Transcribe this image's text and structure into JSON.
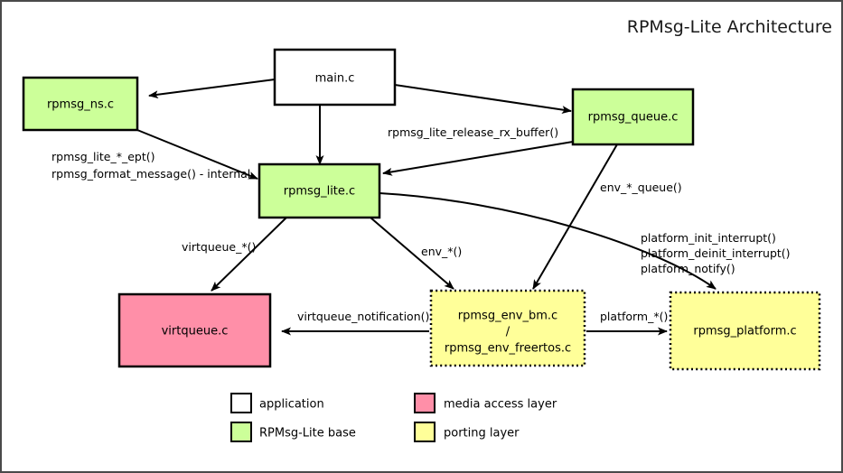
{
  "title": "RPMsg-Lite Architecture",
  "colors": {
    "application": "#ffffff",
    "rpmsg_lite_base": "#ccff99",
    "media_access_layer": "#ff8fa8",
    "porting_layer": "#ffff99",
    "stroke": "#000000",
    "frame": "#4a4a4a"
  },
  "nodes": {
    "main": {
      "label": "main.c",
      "category": "application"
    },
    "rpmsg_ns": {
      "label": "rpmsg_ns.c",
      "category": "rpmsg_lite_base"
    },
    "rpmsg_queue": {
      "label": "rpmsg_queue.c",
      "category": "rpmsg_lite_base"
    },
    "rpmsg_lite": {
      "label": "rpmsg_lite.c",
      "category": "rpmsg_lite_base"
    },
    "virtqueue": {
      "label": "virtqueue.c",
      "category": "media_access_layer"
    },
    "rpmsg_env": {
      "label_line1": "rpmsg_env_bm.c",
      "label_line2": "/",
      "label_line3": "rpmsg_env_freertos.c",
      "category": "porting_layer"
    },
    "rpmsg_platform": {
      "label": "rpmsg_platform.c",
      "category": "porting_layer"
    }
  },
  "edge_labels": {
    "ns_to_lite_line1": "rpmsg_lite_*_ept()",
    "ns_to_lite_line2": "rpmsg_format_message() - internal",
    "queue_to_lite": "rpmsg_lite_release_rx_buffer()",
    "queue_to_env": "env_*_queue()",
    "lite_to_virtqueue": "virtqueue_*()",
    "lite_to_env": "env_*()",
    "platform_line1": "platform_init_interrupt()",
    "platform_line2": "platform_deinit_interrupt()",
    "platform_line3": "platform_notify()",
    "env_to_virtqueue": "virtqueue_notification()",
    "env_to_platform": "platform_*()"
  },
  "legend": [
    {
      "label": "application",
      "color": "#ffffff"
    },
    {
      "label": "media access layer",
      "color": "#ff8fa8"
    },
    {
      "label": "RPMsg-Lite base",
      "color": "#ccff99"
    },
    {
      "label": "porting layer",
      "color": "#ffff99"
    }
  ]
}
